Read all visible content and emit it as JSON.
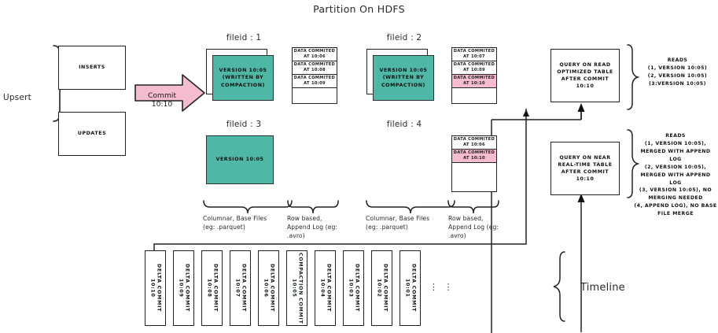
{
  "title": "Partition On HDFS",
  "left": {
    "group_label": "Upsert",
    "inserts": "INSERTS",
    "updates": "UPDATES",
    "arrow_label": "Commit 10:10"
  },
  "colors": {
    "teal": "#4fb7a5",
    "pink": "#f4bccd",
    "outline": "#222222"
  },
  "files": [
    {
      "header": "fileid : 1",
      "base_text": "VERSION 10:05\n(WRITTEN BY\nCOMPACTION)",
      "stacked": true,
      "log_rows": [
        {
          "text": "DATA COMMITED\nAT 10:06",
          "highlight": false
        },
        {
          "text": "DATA COMMITED\nAT 10:08",
          "highlight": false
        },
        {
          "text": "DATA COMMITED\nAT 10:09",
          "highlight": false
        },
        {
          "text": "",
          "highlight": false
        }
      ]
    },
    {
      "header": "fileid : 2",
      "base_text": "VERSION 10:05\n(WRITTEN BY\nCOMPACTION)",
      "stacked": true,
      "log_rows": [
        {
          "text": "DATA COMMITED\nAT 10:07",
          "highlight": false
        },
        {
          "text": "DATA COMMITED\nAT 10:09",
          "highlight": false
        },
        {
          "text": "DATA COMMITED\nAT 10:10",
          "highlight": true
        },
        {
          "text": "",
          "highlight": false
        }
      ]
    },
    {
      "header": "fileid : 3",
      "base_text": "VERSION 10:05",
      "stacked": false,
      "log_rows": []
    },
    {
      "header": "fileid : 4",
      "base_text": "",
      "stacked": false,
      "log_rows": [
        {
          "text": "DATA COMMITED\nAT 10:06",
          "highlight": false
        },
        {
          "text": "DATA COMMITED\nAT 10:10",
          "highlight": true
        },
        {
          "text": "",
          "highlight": false
        }
      ]
    }
  ],
  "captions": {
    "columnar_left": "Columnar, Base Files\n(eg: .parquet)",
    "rowbased_left": "Row based,\nAppend Log  (eg:\n.avro)",
    "columnar_right": "Columnar, Base Files\n(eg: .parquet)",
    "rowbased_right": "Row based,\nAppend Log  (eg:\n.avro)"
  },
  "queries": [
    {
      "box_text": "QUERY ON READ\nOPTIMIZED TABLE\nAFTER COMMIT\n10:10",
      "reads_text": "READS\n(1, VERSION 10:05)\n(2, VERSION 10:05)\n(3:VERSION 10:05)"
    },
    {
      "box_text": "QUERY ON NEAR\nREAL-TIME TABLE\nAFTER COMMIT\n10:10",
      "reads_text": "READS\n(1, VERSION 10:05),\nMERGED WITH APPEND LOG\n(2, VERSION 10:05),\nMERGED WITH APPEND LOG\n(3, VERSION 10:05), NO\nMERGING NEEDED\n(4, APPEND LOG), NO BASE\nFILE MERGE"
    }
  ],
  "timeline": {
    "label": "Timeline",
    "ellipsis": "⋮   ⋮",
    "commits": [
      {
        "text": "DELTA COMMIT\n10:10",
        "type": "delta"
      },
      {
        "text": "DELTA COMMIT\n10:09",
        "type": "delta"
      },
      {
        "text": "DELTA COMMIT\n10:08",
        "type": "delta"
      },
      {
        "text": "DELTA COMMIT\n10:07",
        "type": "delta"
      },
      {
        "text": "DELTA COMMIT\n10:06",
        "type": "delta"
      },
      {
        "text": "COMPACTION COMMIT\n10:05",
        "type": "compaction"
      },
      {
        "text": "DELTA COMMIT\n10:04",
        "type": "delta"
      },
      {
        "text": "DELTA COMMIT\n10:03",
        "type": "delta"
      },
      {
        "text": "DELTA COMMIT\n10:02",
        "type": "delta"
      },
      {
        "text": "DELTA COMMIT\n10:01",
        "type": "delta"
      }
    ]
  }
}
